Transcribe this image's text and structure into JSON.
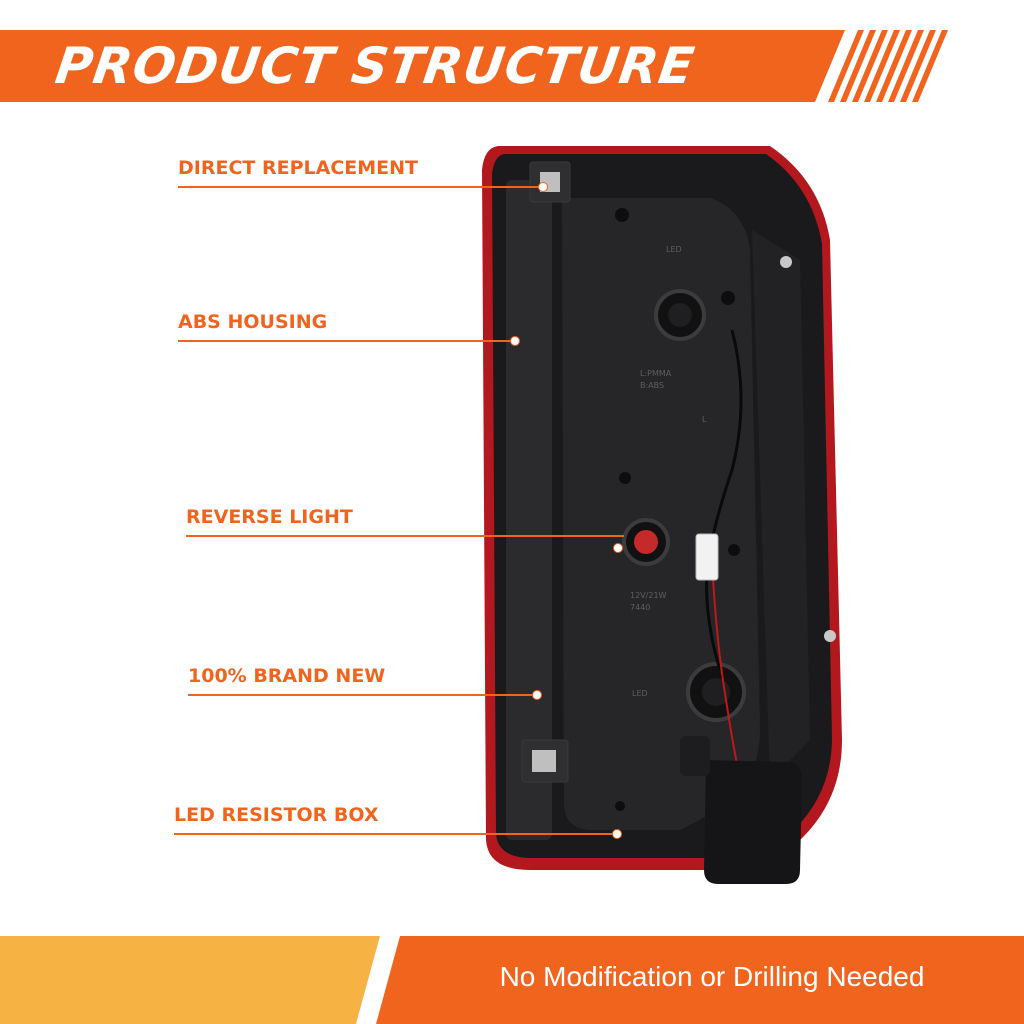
{
  "banner": {
    "title": "PRODUCT STRUCTURE",
    "color": "#f0641e"
  },
  "callouts": [
    {
      "label": "DIRECT REPLACEMENT"
    },
    {
      "label": "ABS HOUSING"
    },
    {
      "label": "REVERSE LIGHT"
    },
    {
      "label": "100% BRAND NEW"
    },
    {
      "label": "LED RESISTOR BOX"
    }
  ],
  "product": {
    "markings": [
      "LED",
      "L:PMMA",
      "B:ABS",
      "L",
      "12V/21W",
      "7440",
      "LED"
    ]
  },
  "footer": {
    "text": "No Modification or Drilling Needed",
    "accent_color": "#f5a623"
  }
}
